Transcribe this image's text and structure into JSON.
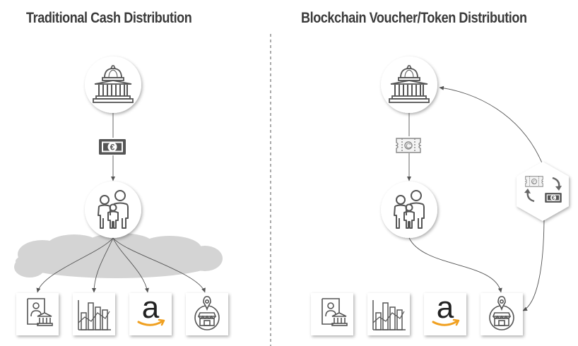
{
  "titles": {
    "left": "Traditional Cash Distribution",
    "right": "Blockchain Voucher/Token Distribution"
  },
  "icons": {
    "government": "capitol-building-icon",
    "recipients": "family-icon",
    "cash": "euro-banknote-icon",
    "voucher": "voucher-ticket-icon",
    "exchange": "voucher-cash-exchange-icon",
    "bank": "person-bank-icon",
    "analytics": "bar-chart-icon",
    "online_retailer": "amazon-logo-icon",
    "local_shop": "shop-location-icon"
  },
  "logo_text": "a",
  "symbols": {
    "euro": "€",
    "voucher": "C"
  },
  "colors": {
    "title": "#3a3a3a",
    "icon_stroke": "#555555",
    "cloud": "#d4d4d4",
    "amazon_arrow": "#f0a020",
    "divider": "#555555"
  }
}
